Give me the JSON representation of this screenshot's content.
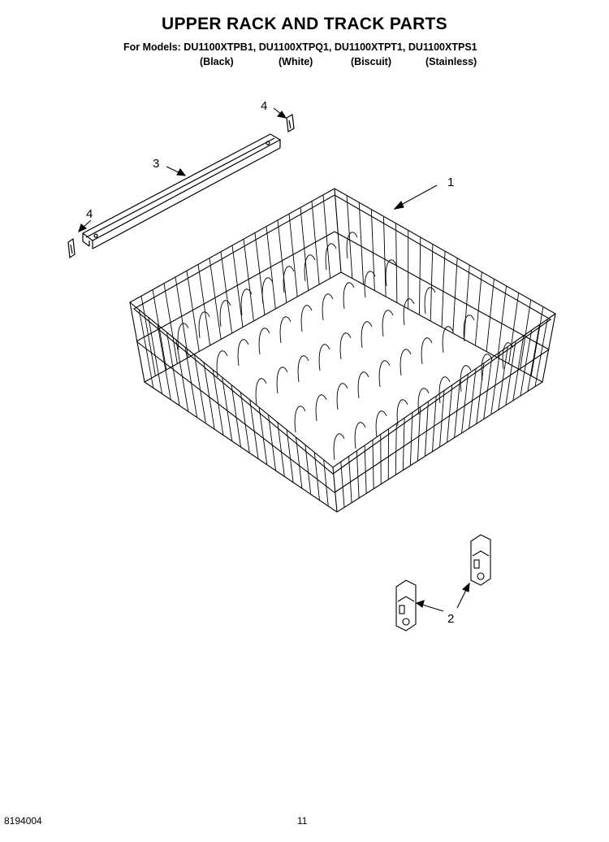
{
  "title": "UPPER RACK AND TRACK PARTS",
  "models_line": "For Models: DU1100XTPB1, DU1100XTPQ1, DU1100XTPT1, DU1100XTPS1",
  "variants": [
    "(Black)",
    "(White)",
    "(Biscuit)",
    "(Stainless)"
  ],
  "callouts": [
    "1",
    "2",
    "3",
    "4",
    "4"
  ],
  "footer": {
    "doc_number": "8194004",
    "page_number": "11"
  }
}
